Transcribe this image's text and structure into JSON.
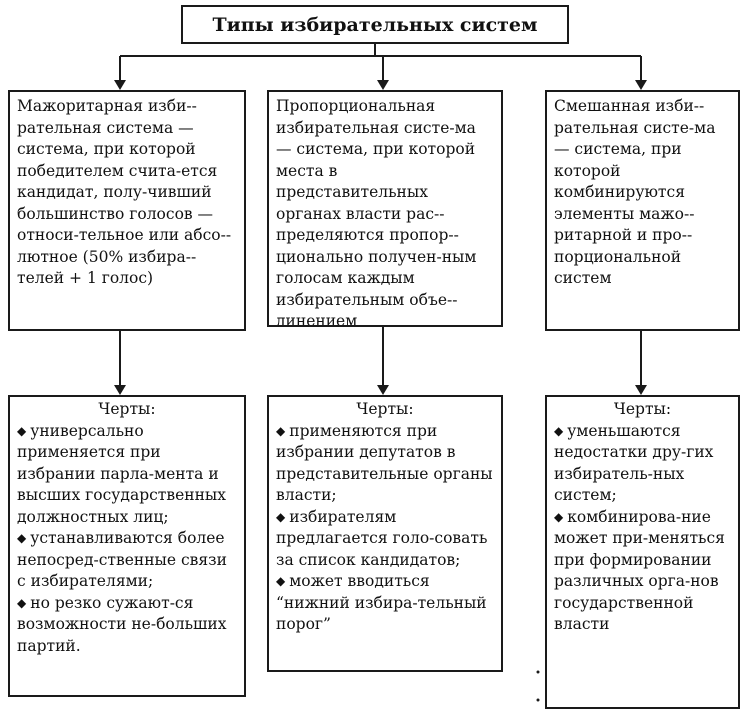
{
  "title": "Типы избирательных систем",
  "columns": [
    {
      "id": "majoritarian",
      "definition": "Мажоритарная изби-­рательная система — система, при которой победителем счита-­ется кандидат, полу-­чивший большинство голосов — относи-­тельное или абсо-­лютное (50% избира-­телей + 1 голос)",
      "features_title": "Черты:",
      "features": [
        "универсально применяется при избрании парла-­мента и высших государственных должностных лиц;",
        "устанавливаются более непосред-­ственные связи с избирателями;",
        "но резко сужают-­ся возможности не-­больших партий."
      ]
    },
    {
      "id": "proportional",
      "definition": "Пропорциональная избирательная систе-­ма — система, при которой места в представительных органах власти рас-­пределяются пропор-­ционально получен-­ным голосам каждым избирательным объе-­динением",
      "features_title": "Черты:",
      "features": [
        "применяются при избрании депутатов в представительные органы власти;",
        "избирателям предлагается голо-­совать за список кандидатов;",
        "может вводиться “нижний избира-­тельный порог”"
      ]
    },
    {
      "id": "mixed",
      "definition": "Смешанная изби-­рательная систе-­ма — система, при которой комбинируются элементы мажо-­ритарной и про-­порциональной систем",
      "features_title": "Черты:",
      "features": [
        "уменьшаются недостатки дру-­гих избиратель-­ных систем;",
        "комбинирова-­ние может при-­меняться при формировании различных орга-­нов государственной власти"
      ]
    }
  ]
}
